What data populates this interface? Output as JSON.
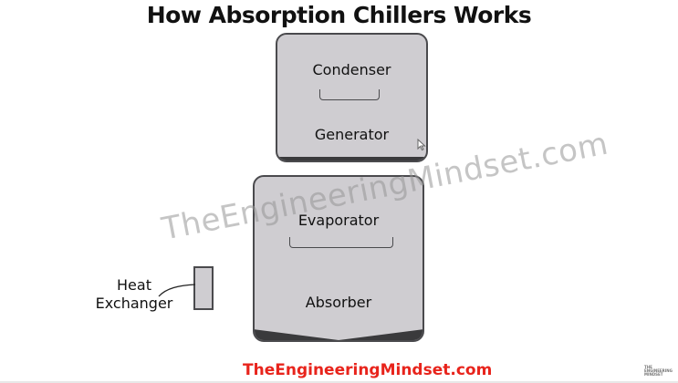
{
  "title": "How Absorption Chillers Works",
  "diagram": {
    "upper_vessel": {
      "top_label": "Condenser",
      "bottom_label": "Generator"
    },
    "lower_vessel": {
      "top_label": "Evaporator",
      "bottom_label": "Absorber"
    },
    "heat_exchanger": {
      "label_line1": "Heat",
      "label_line2": "Exchanger"
    }
  },
  "watermark": "TheEngineeringMindset.com",
  "footer": {
    "link_text": "TheEngineeringMindset.com",
    "logo_lines": [
      "THE",
      "ENGINEERING",
      "MINDSET"
    ]
  },
  "colors": {
    "vessel_fill": "#cfcdd1",
    "vessel_border": "#4a4a4d",
    "footer_link": "#e8241c"
  }
}
